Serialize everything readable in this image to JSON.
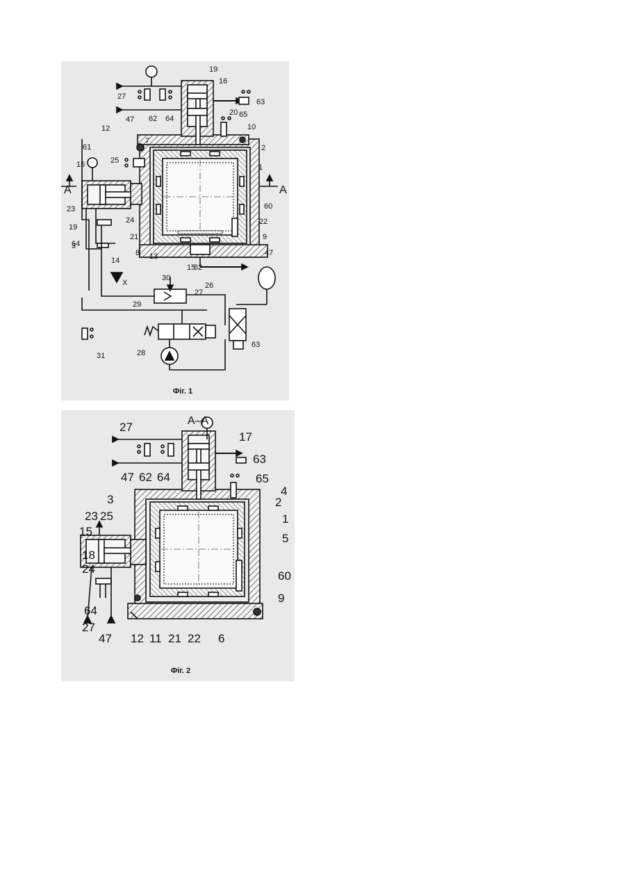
{
  "figures": [
    {
      "caption": "Фіг. 1",
      "section_marks": [
        "А",
        "А"
      ],
      "labels": [
        "19",
        "16",
        "27",
        "62",
        "64",
        "63",
        "20",
        "65",
        "47",
        "10",
        "12",
        "7",
        "2",
        "61",
        "15",
        "25",
        "1",
        "А",
        "А",
        "60",
        "23",
        "19",
        "24",
        "22",
        "21",
        "9",
        "64",
        "3",
        "8",
        "13",
        "62",
        "14",
        "15",
        "26",
        "47",
        "Х",
        "30",
        "27",
        "29",
        "28",
        "63",
        "31"
      ]
    },
    {
      "caption": "Фіг. 2",
      "section_title": "А–А",
      "labels": [
        "27",
        "17",
        "63",
        "65",
        "47",
        "62",
        "64",
        "4",
        "3",
        "2",
        "23",
        "25",
        "1",
        "15",
        "5",
        "18",
        "60",
        "24",
        "9",
        "64",
        "27",
        "47",
        "12",
        "11",
        "21",
        "22",
        "6"
      ]
    }
  ]
}
